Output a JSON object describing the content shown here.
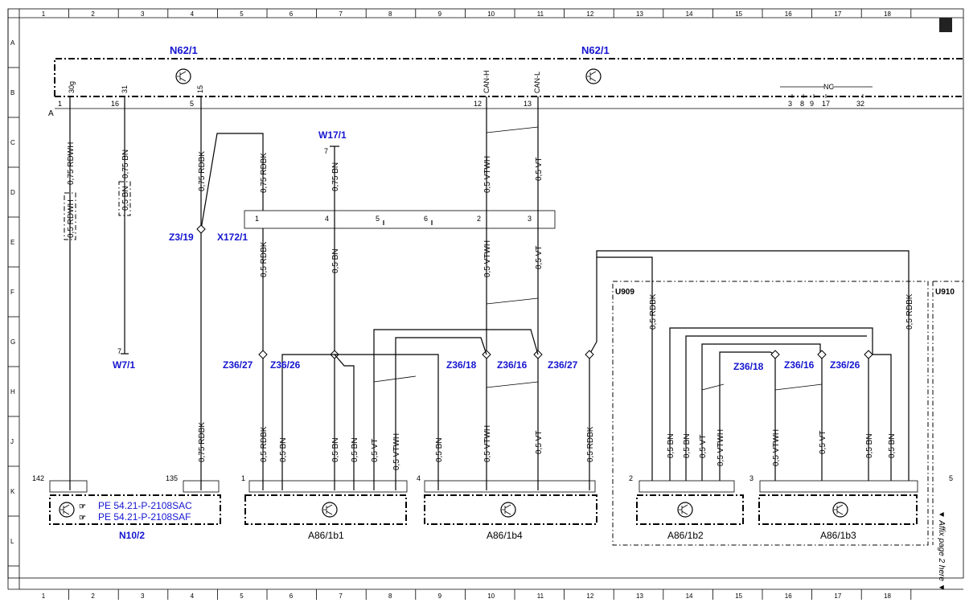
{
  "grid": {
    "columns": [
      "1",
      "2",
      "3",
      "4",
      "5",
      "6",
      "7",
      "8",
      "9",
      "10",
      "11",
      "12",
      "13",
      "14",
      "15",
      "16",
      "17",
      "18"
    ],
    "rows": [
      "A",
      "B",
      "C",
      "D",
      "E",
      "F",
      "G",
      "H",
      "J",
      "K",
      "L"
    ]
  },
  "labels": {
    "n62_left": "N62/1",
    "n62_right": "N62/1",
    "connector_a": "A",
    "w17": "W17/1",
    "w7": "W7/1",
    "z3_19": "Z3/19",
    "x172": "X172/1",
    "z36_27a": "Z36/27",
    "z36_26a": "Z36/26",
    "z36_18a": "Z36/18",
    "z36_16a": "Z36/16",
    "z36_27b": "Z36/27",
    "z36_18b": "Z36/18",
    "z36_16b": "Z36/16",
    "z36_26b": "Z36/26",
    "u909": "U909",
    "u910": "U910",
    "n10_2": "N10/2",
    "a86_1b1": "A86/1b1",
    "a86_1b4": "A86/1b4",
    "a86_1b2": "A86/1b2",
    "a86_1b3": "A86/1b3",
    "ref1": "PE 54.21-P-2108SAC",
    "ref2": "PE 54.21-P-2108SAF",
    "affix": "▼ Affix page 2 here ▼"
  },
  "pins_top": {
    "p1": "1",
    "p16": "16",
    "p5": "5",
    "p12": "12",
    "p13": "13",
    "s30g": "30g",
    "s31": "31",
    "s15": "15",
    "can_h": "CAN-H",
    "can_l": "CAN-L",
    "p3": "3",
    "p8": "8",
    "p9": "9",
    "p17": "17",
    "p32": "32",
    "nc": "NC"
  },
  "wires": {
    "rdwh075": "0,75 RDWH",
    "rdwh05": "0,5 RDWH",
    "bn075": "0,75 BN",
    "bn05": "0,5 BN",
    "rdbk075": "0,75 RDBK",
    "rdbk05": "0,5 RDBK",
    "vtwh05": "0,5 VTWH",
    "vt05": "0,5 VT"
  },
  "numbers": {
    "n142": "142",
    "n135": "135",
    "n1": "1",
    "n4": "4",
    "n2": "2",
    "n3": "3",
    "n5": "5",
    "n6": "6",
    "n7": "7"
  }
}
